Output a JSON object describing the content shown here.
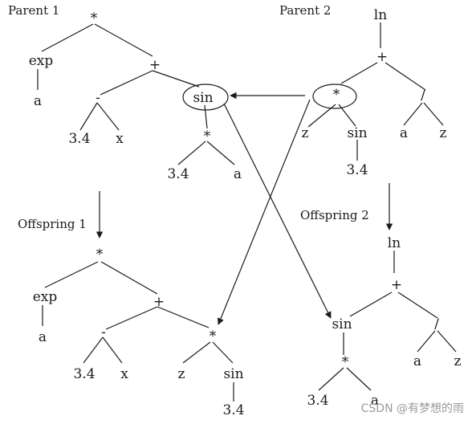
{
  "titles": {
    "parent1": "Parent 1",
    "parent2": "Parent 2",
    "offspring1": "Offspring 1",
    "offspring2": "Offspring 2"
  },
  "parent1": {
    "root": "*",
    "exp": "exp",
    "exp_arg": "a",
    "plus": "+",
    "minus": "-",
    "minus_left": "3.4",
    "minus_right": "x",
    "sin": "sin",
    "sin_mul": "*",
    "mul_left": "3.4",
    "mul_right": "a"
  },
  "parent2": {
    "root": "ln",
    "plus": "+",
    "mul": "*",
    "mul_left": "z",
    "sin": "sin",
    "sin_arg": "3.4",
    "div": "/",
    "div_left": "a",
    "div_right": "z"
  },
  "offspring1": {
    "root": "*",
    "exp": "exp",
    "exp_arg": "a",
    "plus": "+",
    "minus": "-",
    "minus_left": "3.4",
    "minus_right": "x",
    "mul": "*",
    "mul_left": "z",
    "sin": "sin",
    "sin_arg": "3.4"
  },
  "offspring2": {
    "root": "ln",
    "plus": "+",
    "sin": "sin",
    "sin_mul": "*",
    "mul_left": "3.4",
    "mul_right": "a",
    "div": "/",
    "div_left": "a",
    "div_right": "z"
  },
  "watermark": "CSDN @有梦想的雨"
}
